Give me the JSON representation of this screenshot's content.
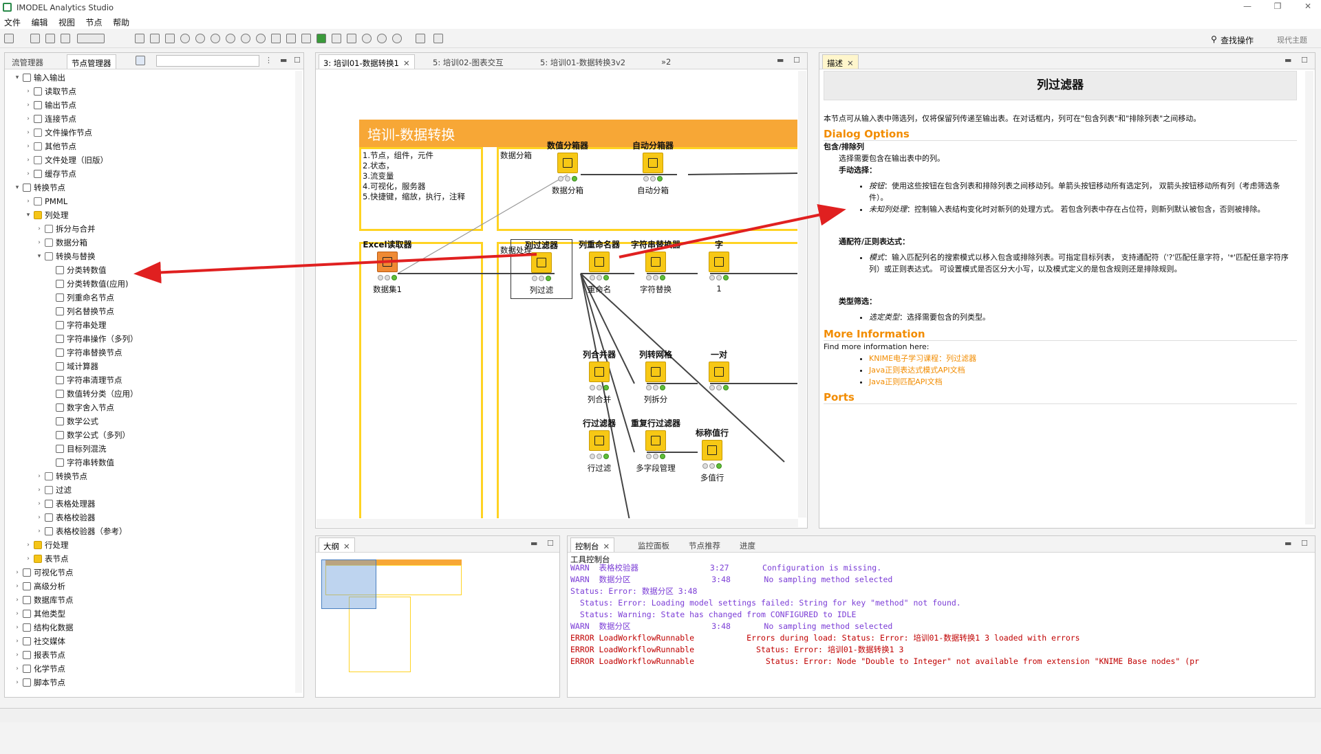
{
  "window": {
    "title": "IMODEL Analytics Studio"
  },
  "menu": [
    "文件",
    "编辑",
    "视图",
    "节点",
    "帮助"
  ],
  "toolbar": {
    "search_label": "查找操作",
    "theme_label": "现代主题"
  },
  "left_panel": {
    "tabs": [
      "流管理器",
      "节点管理器"
    ],
    "search_placeholder": "",
    "tree": [
      {
        "label": "输入输出",
        "level": 0,
        "expanded": true,
        "icon": "io-icon"
      },
      {
        "label": "读取节点",
        "level": 1,
        "icon": "reader-icon"
      },
      {
        "label": "输出节点",
        "level": 1,
        "icon": "writer-icon"
      },
      {
        "label": "连接节点",
        "level": 1,
        "icon": "connector-icon"
      },
      {
        "label": "文件操作节点",
        "level": 1,
        "icon": "folder-icon"
      },
      {
        "label": "其他节点",
        "level": 1,
        "icon": "folder-icon"
      },
      {
        "label": "文件处理（旧版）",
        "level": 1,
        "icon": "folder-icon"
      },
      {
        "label": "缓存节点",
        "level": 1,
        "icon": "cache-icon"
      },
      {
        "label": "转换节点",
        "level": 0,
        "expanded": true,
        "icon": "wrench-icon"
      },
      {
        "label": "PMML",
        "level": 1,
        "icon": "folder-icon"
      },
      {
        "label": "列处理",
        "level": 1,
        "expanded": true,
        "icon": "column-icon"
      },
      {
        "label": "拆分与合并",
        "level": 2,
        "icon": "folder-icon"
      },
      {
        "label": "数据分箱",
        "level": 2,
        "icon": "folder-icon"
      },
      {
        "label": "转换与替换",
        "level": 2,
        "expanded": true,
        "icon": "folder-icon"
      },
      {
        "label": "分类转数值",
        "level": 3,
        "icon": "node-icon"
      },
      {
        "label": "分类转数值(应用)",
        "level": 3,
        "icon": "node-icon"
      },
      {
        "label": "列重命名节点",
        "level": 3,
        "icon": "node-icon"
      },
      {
        "label": "列名替换节点",
        "level": 3,
        "icon": "node-icon"
      },
      {
        "label": "字符串处理",
        "level": 3,
        "icon": "node-icon"
      },
      {
        "label": "字符串操作（多列）",
        "level": 3,
        "icon": "node-icon"
      },
      {
        "label": "字符串替换节点",
        "level": 3,
        "icon": "node-icon"
      },
      {
        "label": "域计算器",
        "level": 3,
        "icon": "node-icon"
      },
      {
        "label": "字符串清理节点",
        "level": 3,
        "icon": "node-icon"
      },
      {
        "label": "数值转分类（应用）",
        "level": 3,
        "icon": "node-icon"
      },
      {
        "label": "数字舍入节点",
        "level": 3,
        "icon": "node-icon"
      },
      {
        "label": "数学公式",
        "level": 3,
        "icon": "node-icon"
      },
      {
        "label": "数学公式（多列）",
        "level": 3,
        "icon": "node-icon"
      },
      {
        "label": "目标列混洗",
        "level": 3,
        "icon": "node-icon"
      },
      {
        "label": "字符串转数值",
        "level": 3,
        "icon": "node-icon"
      },
      {
        "label": "转换节点",
        "level": 2,
        "icon": "folder-icon"
      },
      {
        "label": "过滤",
        "level": 2,
        "icon": "folder-icon"
      },
      {
        "label": "表格处理器",
        "level": 2,
        "icon": "table-icon"
      },
      {
        "label": "表格校验器",
        "level": 2,
        "icon": "table-icon"
      },
      {
        "label": "表格校验器（参考）",
        "level": 2,
        "icon": "table-icon"
      },
      {
        "label": "行处理",
        "level": 1,
        "icon": "row-icon"
      },
      {
        "label": "表节点",
        "level": 1,
        "icon": "grid-icon"
      },
      {
        "label": "可视化节点",
        "level": 0,
        "icon": "search-icon"
      },
      {
        "label": "高级分析",
        "level": 0,
        "icon": "analytics-icon"
      },
      {
        "label": "数据库节点",
        "level": 0,
        "icon": "database-icon"
      },
      {
        "label": "其他类型",
        "level": 0,
        "icon": "other-icon"
      },
      {
        "label": "结构化数据",
        "level": 0,
        "icon": "code-icon"
      },
      {
        "label": "社交媒体",
        "level": 0,
        "icon": "social-icon"
      },
      {
        "label": "报表节点",
        "level": 0,
        "icon": "report-icon"
      },
      {
        "label": "化学节点",
        "level": 0,
        "icon": "chemistry-icon"
      },
      {
        "label": "脚本节点",
        "level": 0,
        "icon": "script-icon"
      }
    ]
  },
  "editor": {
    "tabs": [
      "3: 培训01-数据转换1",
      "5: 培训02-图表交互",
      "5: 培训01-数据转换3v2"
    ],
    "overflow": "»2",
    "annotations": {
      "title": "培训-数据转换",
      "list_text": "1.节点，组件，元件\n2.状态，\n3.流变量\n4.可视化，服务器\n5.快捷键，缩放，执行，注释",
      "binning": "数据分箱",
      "processing": "数据处理"
    },
    "nodes": [
      {
        "id": "n1",
        "title": "数值分箱器",
        "label": "数据分箱",
        "color": "yellow"
      },
      {
        "id": "n2",
        "title": "自动分箱器",
        "label": "自动分箱",
        "color": "yellow"
      },
      {
        "id": "n3",
        "title": "Excel读取器",
        "label": "数据集1",
        "color": "orange"
      },
      {
        "id": "n4",
        "title": "列过滤器",
        "label": "列过滤",
        "color": "yellow"
      },
      {
        "id": "n5",
        "title": "列重命名器",
        "label": "重命名",
        "color": "yellow"
      },
      {
        "id": "n6",
        "title": "字符串替换器",
        "label": "字符替换",
        "color": "yellow"
      },
      {
        "id": "n7",
        "title": "字",
        "label": "1",
        "color": "yellow"
      },
      {
        "id": "n8",
        "title": "列合并器",
        "label": "列合并",
        "color": "yellow"
      },
      {
        "id": "n9",
        "title": "列转网格",
        "label": "列拆分",
        "color": "yellow"
      },
      {
        "id": "n10",
        "title": "一对",
        "label": "",
        "color": "yellow"
      },
      {
        "id": "n11",
        "title": "行过滤器",
        "label": "行过滤",
        "color": "yellow"
      },
      {
        "id": "n12",
        "title": "重复行过滤器",
        "label": "多字段管理",
        "color": "yellow"
      },
      {
        "id": "n13",
        "title": "标称值行",
        "label": "多值行",
        "color": "yellow"
      }
    ]
  },
  "description": {
    "tab": "描述",
    "title": "列过滤器",
    "intro": "本节点可从输入表中筛选列，仅将保留列传递至输出表。在对话框内，列可在\"包含列表\"和\"排除列表\"之间移动。",
    "dialog_heading": "Dialog Options",
    "include_exclude": "包含/排除列",
    "include_desc": "选择需要包含在输出表中的列。",
    "manual": "手动选择：",
    "bullet_buttons_term": "按钮",
    "bullet_buttons": "：使用这些按钮在包含列表和排除列表之间移动列。单箭头按钮移动所有选定列， 双箭头按钮移动所有列（考虑筛选条件）。",
    "bullet_unknown_term": "未知列处理",
    "bullet_unknown": "：控制输入表结构变化时对新列的处理方式。 若包含列表中存在占位符，则新列默认被包含，否则被排除。",
    "wildcard": "通配符/正则表达式：",
    "bullet_pattern_term": "模式",
    "bullet_pattern": "：输入匹配列名的搜索模式以移入包含或排除列表。可指定目标列表， 支持通配符（'?'匹配任意字符，'*'匹配任意字符序列）或正则表达式。 可设置模式是否区分大小写，以及模式定义的是包含规则还是排除规则。",
    "type": "类型筛选：",
    "bullet_type_term": "选定类型",
    "bullet_type": "：选择需要包含的列类型。",
    "more_heading": "More Information",
    "more_text": "Find more information here:",
    "links": [
      "KNIME电子学习课程：列过滤器",
      "Java正则表达式模式API文档",
      "Java正则匹配API文档"
    ],
    "ports_heading": "Ports"
  },
  "outline": {
    "tab": "大纲"
  },
  "console": {
    "tabs": [
      "控制台",
      "监控面板",
      "节点推荐",
      "进度"
    ],
    "subtitle": "工具控制台",
    "lines": [
      {
        "level": "warn",
        "text": "WARN  表格校验器               3:27       Configuration is missing."
      },
      {
        "level": "warn",
        "text": "WARN  数据分区                 3:48       No sampling method selected"
      },
      {
        "level": "warn",
        "text": "Status: Error: 数据分区 3:48"
      },
      {
        "level": "warn",
        "text": "  Status: Error: Loading model settings failed: String for key \"method\" not found."
      },
      {
        "level": "warn",
        "text": "  Status: Warning: State has changed from CONFIGURED to IDLE"
      },
      {
        "level": "warn",
        "text": "WARN  数据分区                 3:48       No sampling method selected"
      },
      {
        "level": "err",
        "text": "ERROR LoadWorkflowRunnable           Errors during load: Status: Error: 培训01-数据转换1 3 loaded with errors"
      },
      {
        "level": "err",
        "text": "ERROR LoadWorkflowRunnable             Status: Error: 培训01-数据转换1 3"
      },
      {
        "level": "err",
        "text": "ERROR LoadWorkflowRunnable               Status: Error: Node \"Double to Integer\" not available from extension \"KNIME Base nodes\" (pr"
      }
    ]
  },
  "colors": {
    "accent": "#f28c00",
    "node_yellow": "#f7c815",
    "annotation_border": "#ffd322",
    "arrow_red": "#e02020"
  }
}
